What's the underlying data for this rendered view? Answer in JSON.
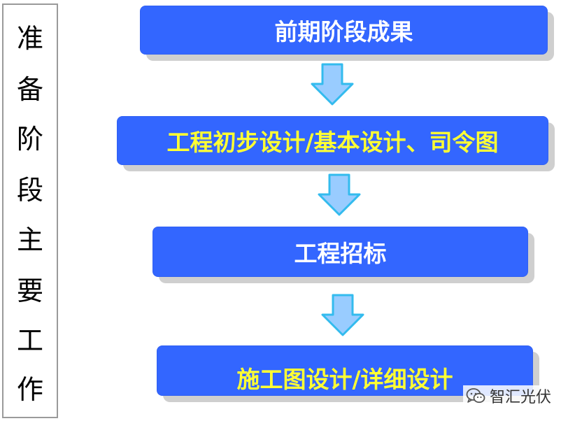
{
  "sidebar": {
    "chars": [
      "准",
      "备",
      "阶",
      "段",
      "主",
      "要",
      "工",
      "作"
    ]
  },
  "steps": [
    {
      "label": "前期阶段成果",
      "color": "#ffffff"
    },
    {
      "label": "工程初步设计/基本设计、司令图",
      "color": "#ffff33"
    },
    {
      "label": "工程招标",
      "color": "#ffffff"
    },
    {
      "label": "施工图设计/详细设计",
      "color": "#ffff33"
    }
  ],
  "colors": {
    "box": "#3366ff",
    "shadow": "#cfcfcf",
    "arrow_fill": "#99ccff",
    "arrow_stroke": "#33bbee"
  },
  "watermark": {
    "text": "智汇光伏",
    "icon": "wechat-icon"
  }
}
